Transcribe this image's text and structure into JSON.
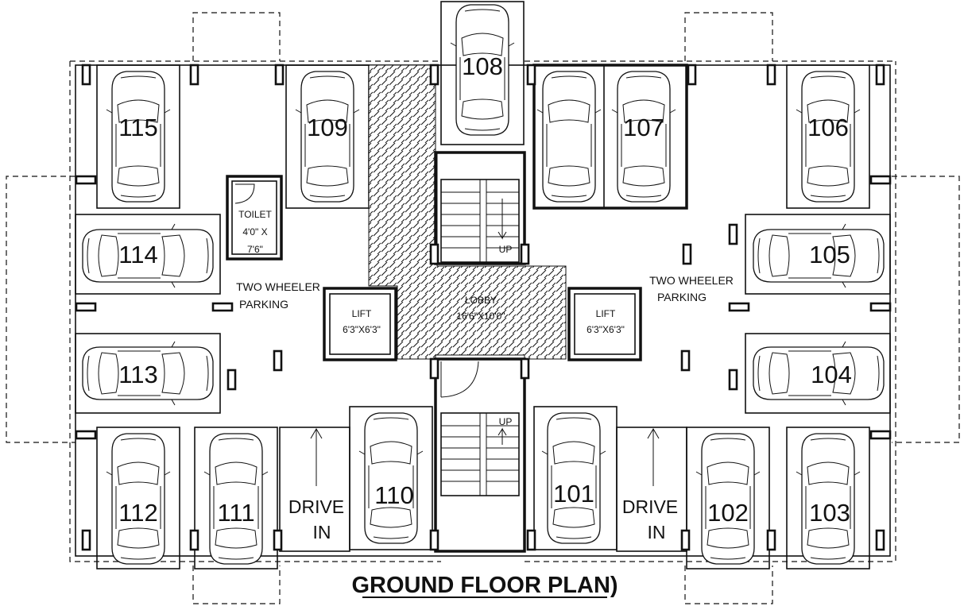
{
  "title": "GROUND FLOOR PLAN)",
  "parking_slots": [
    {
      "id": "101"
    },
    {
      "id": "102"
    },
    {
      "id": "103"
    },
    {
      "id": "104"
    },
    {
      "id": "105"
    },
    {
      "id": "106"
    },
    {
      "id": "107"
    },
    {
      "id": "108"
    },
    {
      "id": "109"
    },
    {
      "id": "110"
    },
    {
      "id": "111"
    },
    {
      "id": "112"
    },
    {
      "id": "113"
    },
    {
      "id": "114"
    },
    {
      "id": "115"
    }
  ],
  "toilet": {
    "label": "TOILET",
    "size_line1": "4'0\" X",
    "size_line2": "7'6\""
  },
  "lobby": {
    "label": "LOBBY",
    "size": "16'6\"X10'0\""
  },
  "lift_left": {
    "label": "LIFT",
    "size": "6'3\"X6'3\""
  },
  "lift_right": {
    "label": "LIFT",
    "size": "6'3\"X6'3\""
  },
  "two_wheeler_left": {
    "line1": "TWO WHEELER",
    "line2": "PARKING"
  },
  "two_wheeler_right": {
    "line1": "TWO WHEELER",
    "line2": "PARKING"
  },
  "stair_up_top": "UP",
  "stair_up_bottom": "UP",
  "drive_in_left": {
    "line1": "DRIVE",
    "line2": "IN"
  },
  "drive_in_right": {
    "line1": "DRIVE",
    "line2": "IN"
  }
}
